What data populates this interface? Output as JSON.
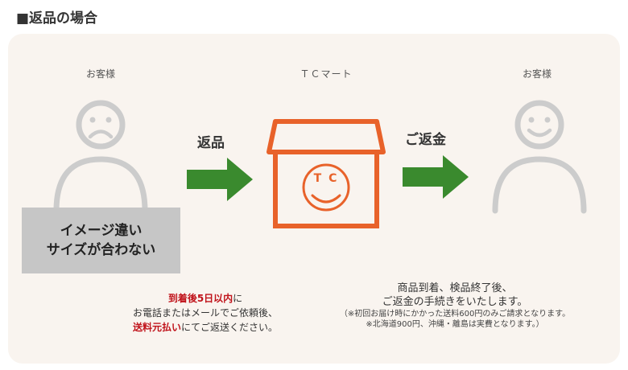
{
  "section_title": "■返品の場合",
  "nodes": {
    "left_customer": "お客様",
    "shop": "ＴＣマート",
    "right_customer": "お客様"
  },
  "shop_logo_letters": "T C",
  "arrows": {
    "return": "返品",
    "refund": "ご返金"
  },
  "reasons": [
    "イメージ違い",
    "サイズが合わない"
  ],
  "left_note": {
    "line1_red": "到着後5日以内",
    "line1_rest": "に",
    "line2": "お電話またはメールでご依頼後、",
    "line3_red": "送料元払い",
    "line3_rest": "にてご返送ください。"
  },
  "right_note": {
    "line1": "商品到着、検品終了後、",
    "line2": "ご返金の手続きをいたします。",
    "small1": "（※初回お届け時にかかった送料600円のみご請求となります。",
    "small2": "※北海道900円、沖縄・離島は実費となります。）"
  },
  "colors": {
    "shop_orange": "#e8622a",
    "arrow_green": "#3a8a2e",
    "figure_gray": "#cccccc",
    "accent_red": "#c0121a"
  }
}
